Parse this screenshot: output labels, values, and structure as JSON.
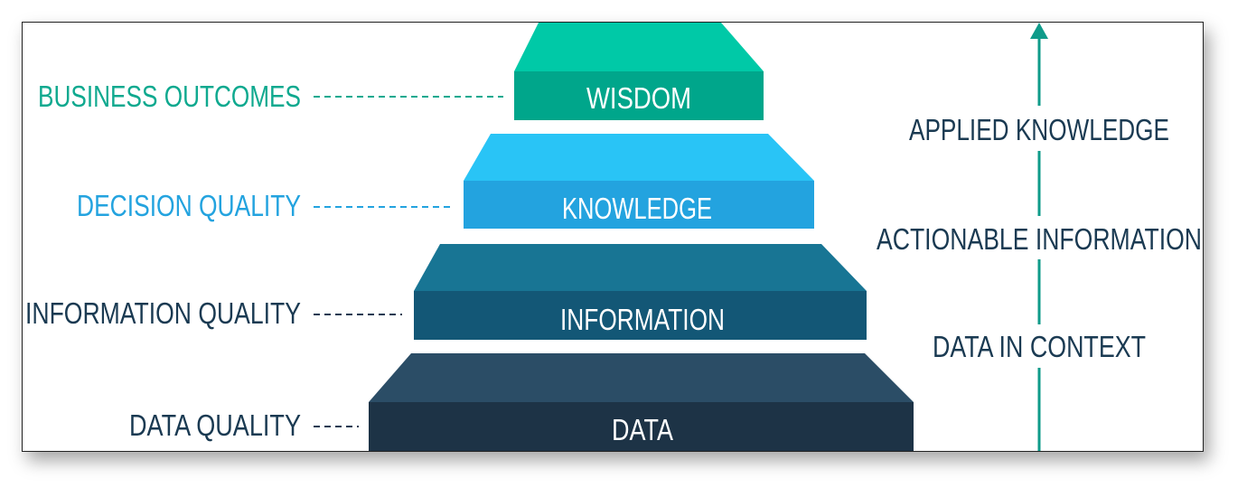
{
  "colors": {
    "wisdom_top": "#00c9a7",
    "wisdom_front": "#00a68b",
    "knowledge_top": "#29c4f6",
    "knowledge_front": "#23a3df",
    "information_top": "#187594",
    "information_front": "#135776",
    "data_top": "#2b4d66",
    "data_front": "#1d3346",
    "arrow": "#0f9b8a",
    "dark_text": "#1a3a52"
  },
  "pyramid": [
    {
      "label": "WISDOM",
      "quality": "BUSINESS OUTCOMES"
    },
    {
      "label": "KNOWLEDGE",
      "quality": "DECISION QUALITY"
    },
    {
      "label": "INFORMATION",
      "quality": "INFORMATION QUALITY"
    },
    {
      "label": "DATA",
      "quality": "DATA QUALITY"
    }
  ],
  "arrow_labels": [
    "APPLIED KNOWLEDGE",
    "ACTIONABLE INFORMATION",
    "DATA IN CONTEXT"
  ]
}
